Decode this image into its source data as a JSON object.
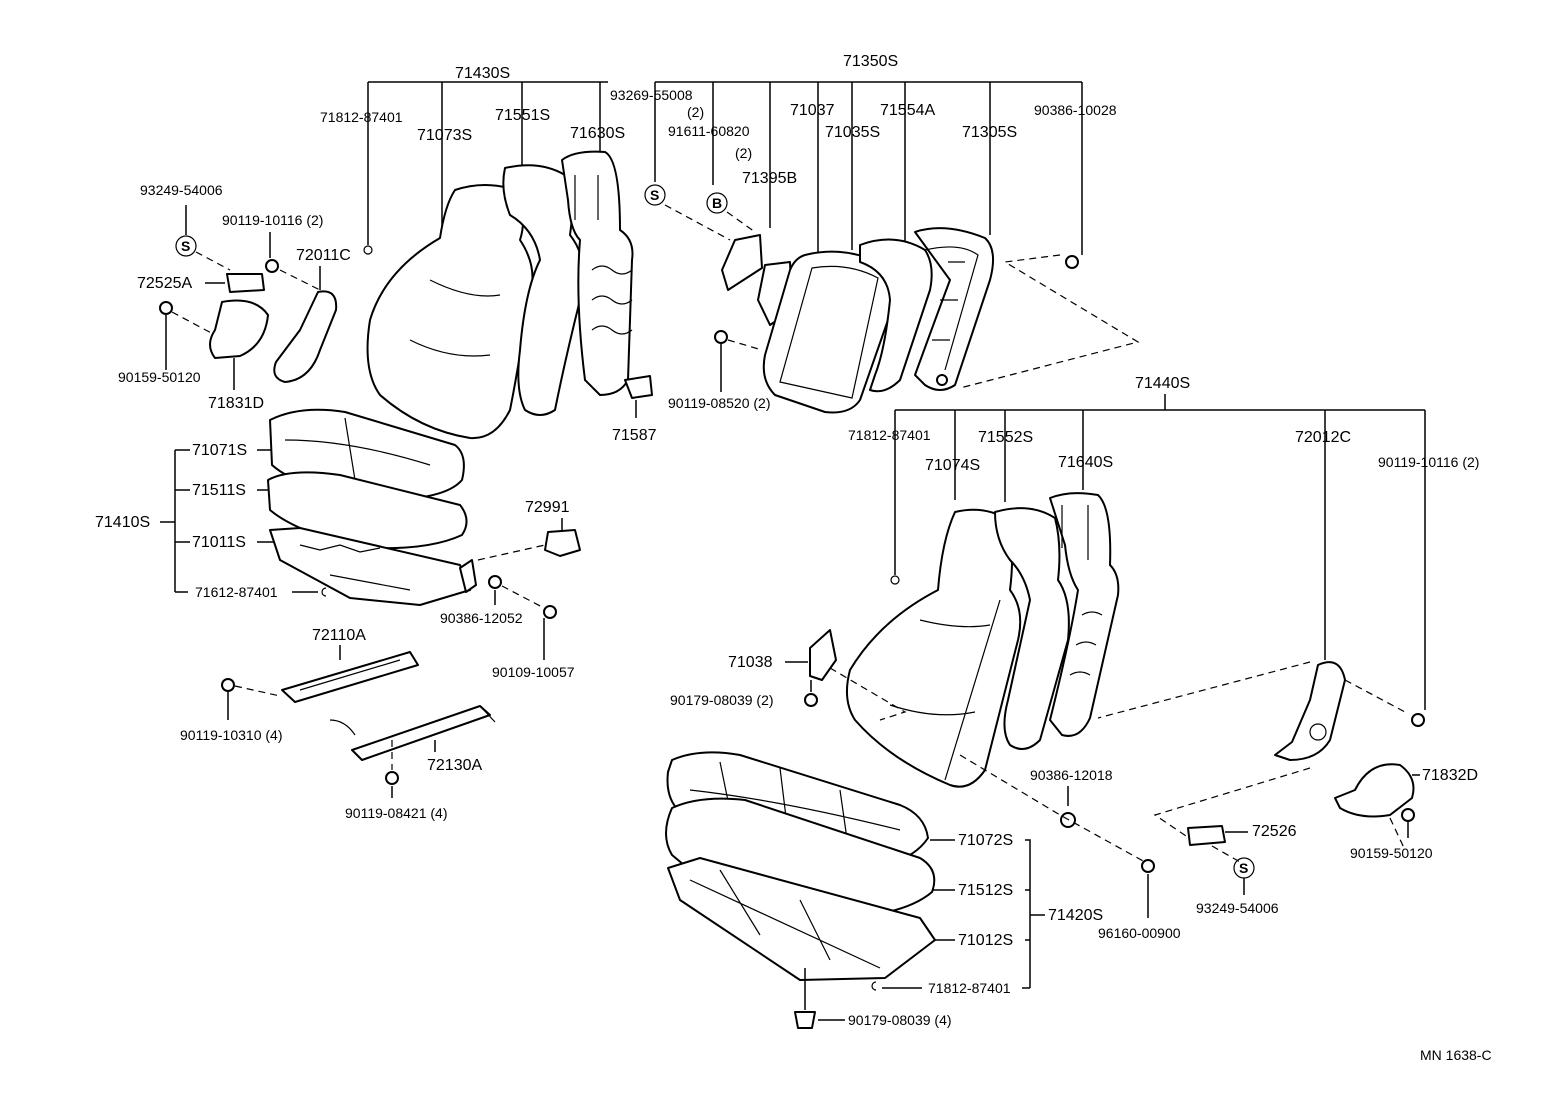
{
  "labels": {
    "p71430S": "71430S",
    "p71812_87401_a": "71812-87401",
    "p71073S": "71073S",
    "p71551S": "71551S",
    "p71630S": "71630S",
    "p93249_54006_a": "93249-54006",
    "p90119_10116_a": "90119-10116 (2)",
    "p72011C": "72011C",
    "p72525A": "72525A",
    "p90159_50120_a": "90159-50120",
    "p71831D": "71831D",
    "p71587": "71587",
    "p71071S": "71071S",
    "p71511S": "71511S",
    "p71410S": "71410S",
    "p71011S": "71011S",
    "p71612_87401": "71612-87401",
    "p72991": "72991",
    "p90386_12052": "90386-12052",
    "p90109_10057": "90109-10057",
    "p72110A": "72110A",
    "p90119_10310": "90119-10310 (4)",
    "p72130A": "72130A",
    "p90119_08421": "90119-08421 (4)",
    "p71350S": "71350S",
    "p93269_55008": "93269-55008",
    "p93269_55008_qty": "(2)",
    "p91611_60820": "91611-60820",
    "p91611_60820_qty": "(2)",
    "p71037": "71037",
    "p71554A": "71554A",
    "p71035S": "71035S",
    "p71305S": "71305S",
    "p90386_10028": "90386-10028",
    "p71395B": "71395B",
    "p90119_08520": "90119-08520 (2)",
    "p71440S": "71440S",
    "p71812_87401_b": "71812-87401",
    "p71552S": "71552S",
    "p72012C": "72012C",
    "p71074S": "71074S",
    "p71640S": "71640S",
    "p90119_10116_b": "90119-10116 (2)",
    "p71038": "71038",
    "p90179_08039_a": "90179-08039 (2)",
    "p90386_12018": "90386-12018",
    "p71832D": "71832D",
    "p72526": "72526",
    "p90159_50120_b": "90159-50120",
    "p71072S": "71072S",
    "p71512S": "71512S",
    "p71420S": "71420S",
    "p71012S": "71012S",
    "p96160_00900": "96160-00900",
    "p93249_54006_b": "93249-54006",
    "p71812_87401_c": "71812-87401",
    "p90179_08039_b": "90179-08039 (4)",
    "code": "MN  1638-C"
  },
  "callouts": {
    "s1": "S",
    "b1": "B",
    "s2": "S",
    "s3": "S"
  }
}
